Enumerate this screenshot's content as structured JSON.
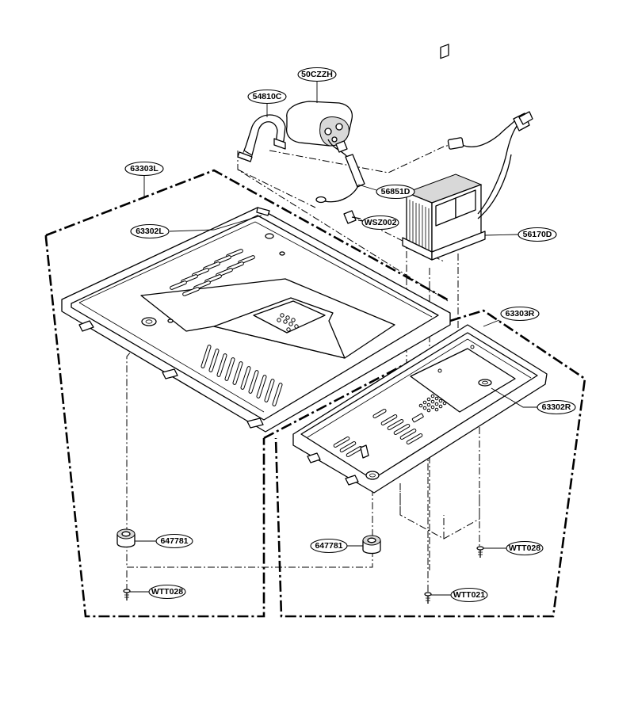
{
  "labels": {
    "capacitor": "50CZZH",
    "bracket": "54810C",
    "left_cover": "63303L",
    "harness": "56851D",
    "screw_wsz": "WSZ002",
    "left_plate": "63302L",
    "transformer": "56170D",
    "right_cover": "63303R",
    "right_plate": "63302R",
    "foot_left": "647781",
    "foot_right": "647781",
    "screw_right_upper": "WTT028",
    "screw_left": "WTT028",
    "screw_right_lower": "WTT021"
  }
}
